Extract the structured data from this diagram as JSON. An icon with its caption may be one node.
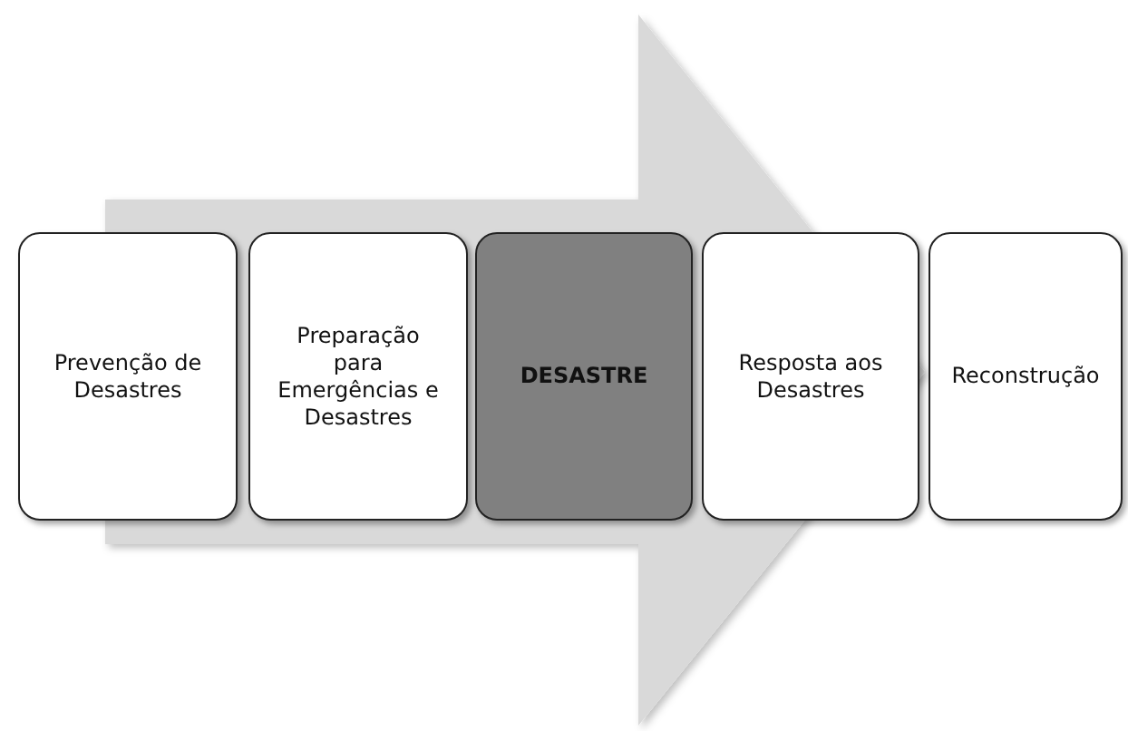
{
  "diagram": {
    "nodes": [
      {
        "text": [
          "Prevenção de Desastres"
        ]
      },
      {
        "text": [
          "Preparação para Emergências e Desastres"
        ]
      },
      {
        "text": [
          "DESASTRE"
        ]
      },
      {
        "text": [
          "Resposta aos Desastres"
        ]
      },
      {
        "text": [
          "Reconstrução"
        ]
      }
    ],
    "edges": [
      {
        "from": 0,
        "to": 4,
        "arrow": "to"
      }
    ]
  }
}
